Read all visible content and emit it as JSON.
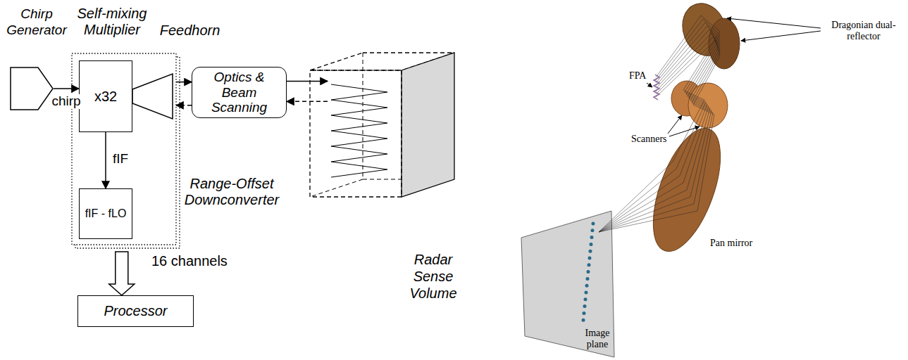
{
  "diagram": {
    "nodes": [
      {
        "text": [
          "Chirp Generator"
        ]
      },
      {
        "text": [
          "x32"
        ]
      },
      {
        "text": [
          "fIF - fLO"
        ]
      },
      {
        "text": [
          "Processor"
        ]
      },
      {
        "text": [
          "Optics & Beam Scanning"
        ]
      },
      {
        "text": [
          "Radar Sense Volume"
        ]
      }
    ],
    "edges": [
      {
        "from": 0,
        "to": 1,
        "arrow": "to",
        "label": "chirp"
      },
      {
        "from": 1,
        "to": 2,
        "arrow": "to",
        "label": "fIF"
      },
      {
        "from": 2,
        "to": 3,
        "arrow": "to"
      },
      {
        "from": 1,
        "to": 4,
        "arrow": "to"
      },
      {
        "from": 4,
        "to": 1,
        "arrow": "to"
      },
      {
        "from": 4,
        "to": 5,
        "arrow": "to"
      },
      {
        "from": 5,
        "to": 4,
        "arrow": "to"
      }
    ],
    "labels": [
      "Self-mixing Multiplier",
      "Feedhorn",
      "Range-Offset Downconverter",
      "16 channels",
      "Dragonian dual-reflector",
      "FPA",
      "Scanners",
      "Pan mirror",
      "Image plane"
    ]
  }
}
